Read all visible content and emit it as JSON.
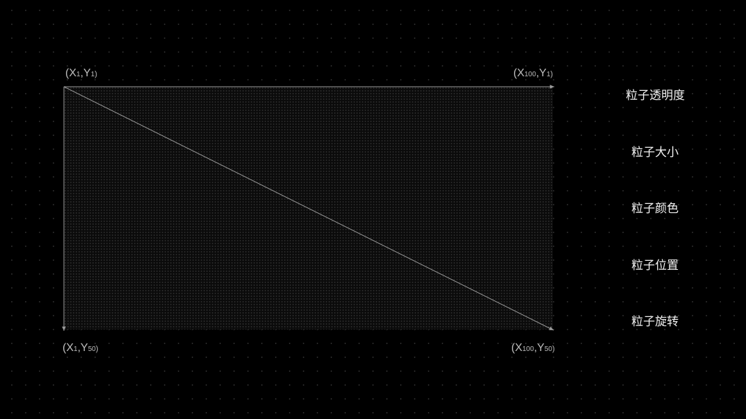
{
  "corners": {
    "top_left": {
      "x": "X",
      "xs": "1",
      "y": "Y",
      "ys": "1"
    },
    "top_right": {
      "x": "X",
      "xs": "100",
      "y": "Y",
      "ys": "1"
    },
    "bottom_left": {
      "x": "X",
      "xs": "1",
      "y": "Y",
      "ys": "50"
    },
    "bottom_right": {
      "x": "X",
      "xs": "100",
      "y": "Y",
      "ys": "50"
    }
  },
  "labels": [
    "粒子透明度",
    "粒子大小",
    "粒子颜色",
    "粒子位置",
    "粒子旋转"
  ],
  "colors": {
    "background": "#000000",
    "line": "#9a9a9a",
    "text": "#f2f2f2",
    "corner_text": "#bdbdbd"
  }
}
